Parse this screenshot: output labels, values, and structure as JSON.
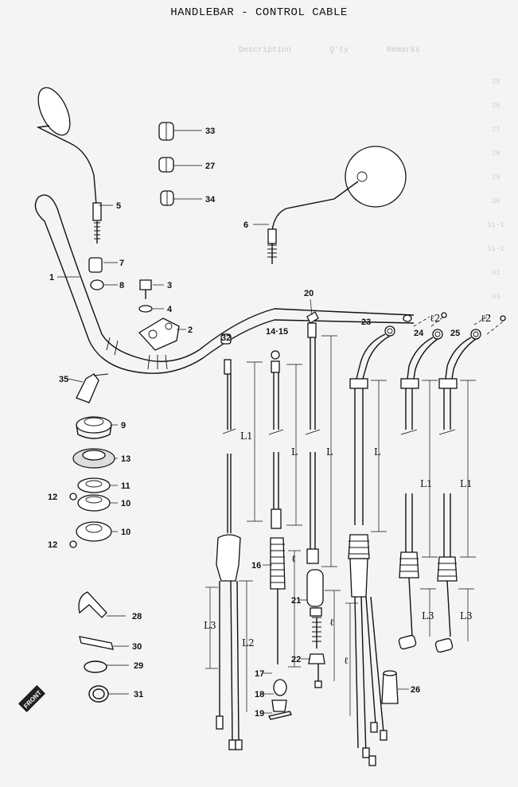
{
  "title": "HANDLEBAR - CONTROL CABLE",
  "ghost_header": "Description        Q'ty        Remarks",
  "ghost_rows": [
    "25",
    "26",
    "27",
    "28",
    "29",
    "30",
    "31-1",
    "31-2",
    "32",
    "33"
  ],
  "parts": {
    "p1": "1",
    "p2": "2",
    "p3": "3",
    "p4": "4",
    "p5": "5",
    "p6": "6",
    "p7": "7",
    "p8": "8",
    "p9": "9",
    "p10a": "10",
    "p10b": "10",
    "p11": "11",
    "p12a": "12",
    "p12b": "12",
    "p13": "13",
    "p14_15": "14·15",
    "p16": "16",
    "p17": "17",
    "p18": "18",
    "p19": "19",
    "p20": "20",
    "p21": "21",
    "p22": "22",
    "p23": "23",
    "p24": "24",
    "p25": "25",
    "p26": "26",
    "p27": "27",
    "p28": "28",
    "p29": "29",
    "p30": "30",
    "p31": "31",
    "p32": "32",
    "p33": "33",
    "p34": "34",
    "p35": "35"
  },
  "dims": {
    "L1a": "L1",
    "L": "L",
    "La": "L",
    "Lb": "L",
    "L1b": "L1",
    "L1c": "L1",
    "L3a": "L3",
    "L2": "L2",
    "la": "ℓ",
    "lb": "ℓ",
    "lc": "ℓ",
    "l2a": "ℓ2",
    "l2b": "ℓ2",
    "L3b": "L3",
    "L3c": "L3"
  },
  "front_badge": "FRONT"
}
